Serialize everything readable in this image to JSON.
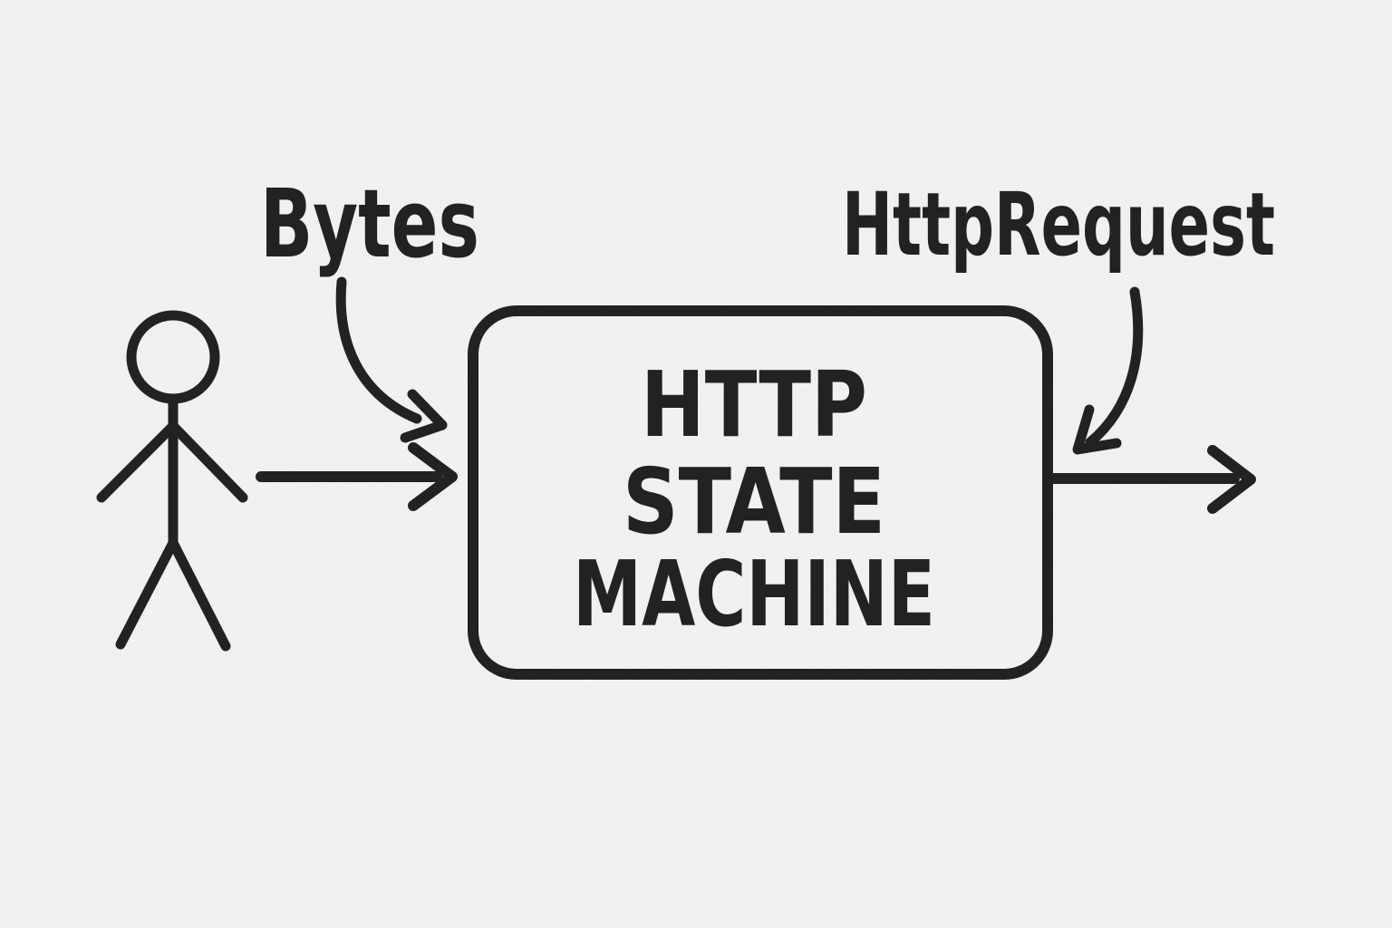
{
  "diagram": {
    "paper_color": "#f5f4f2",
    "ink_color": "#222222",
    "actor": {
      "icon": "stick-figure-icon"
    },
    "annotations": {
      "input_label": "Bytes",
      "output_label": "HttpRequest"
    },
    "state_machine_box": {
      "title_lines": [
        "HTTP",
        "STATE",
        "MACHINE"
      ]
    },
    "flow": {
      "input_edge": "actor to state machine box",
      "output_edge": "state machine box to output"
    }
  }
}
